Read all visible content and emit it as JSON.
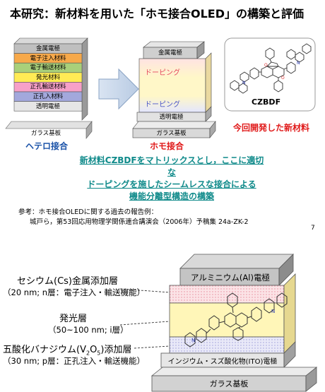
{
  "slide_top": {
    "title": "本研究：新材料を用いた「ホモ接合OLED」の構築と評価",
    "hetero_layers": [
      "金属電極",
      "電子注入材料",
      "電子輸送材料",
      "発光材料",
      "正孔輸送材料",
      "正孔入材料",
      "透明電極",
      "ガラス基板"
    ],
    "hetero_caption": "ヘテロ接合",
    "homo_layers": {
      "top": "金属電極",
      "doping_top": "ドーピング",
      "doping_bottom": "ドーピング",
      "electrode": "透明電極",
      "substrate": "ガラス基板"
    },
    "homo_caption": "ホモ接合",
    "molecule_name": "CZBDF",
    "molecule_caption": "今回開発した新材料",
    "desc_line1": "新材料CZBDFをマトリックスとし，ここに適切な",
    "desc_line2": "ドーピングを施したシームレスな接合による",
    "desc_line3": "機能分離型構造の構築",
    "ref_line1": "参考：ホモ接合OLEDに関する過去の報告例：",
    "ref_line2": "城戸ら，第53回応用物理学関係連合講演会（2006年）予稿集 24a-ZK-2",
    "page_number": "7"
  },
  "slide_bottom": {
    "cs_label": "セシウム(Cs)金属添加層",
    "cs_sub": "（20 nm; n層：電子注入・輸送機能）",
    "emit_label": "発光層",
    "emit_sub": "（50~100 nm; i層）",
    "v2o5_label_pre": "五酸化バナジウム(V",
    "v2o5_sub_2": "2",
    "v2o5_mid": "O",
    "v2o5_sub_5": "5",
    "v2o5_label_post": ")添加層",
    "v2o5_sub": "（30 nm; p層：正孔注入・輸送機能）",
    "al_label": "アルミニウム(Al)電極",
    "ito_label": "インジウム・スズ酸化物(ITO)電極",
    "glass_label": "ガラス基板"
  },
  "colors": {
    "hetero": [
      "#bfbfbf",
      "#f7a94a",
      "#a9d07a",
      "#ffeb55",
      "#f7a0c8",
      "#a3a8dc",
      "#e6e6e6",
      "#cccccc"
    ],
    "accent_blue": "#1a52a8",
    "accent_red": "#e01a1a",
    "accent_teal": "#0f8a8a",
    "emissive_yellow": "#fff6b8"
  }
}
